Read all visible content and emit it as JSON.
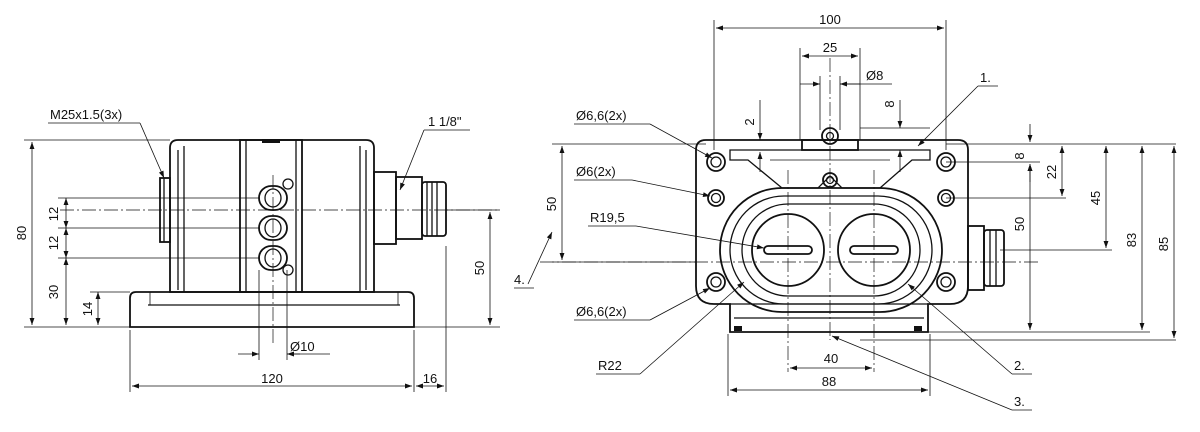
{
  "side_view": {
    "thread_label": "M25x1.5(3x)",
    "conduit_label": "1 1/8\"",
    "height_overall": "80",
    "dim_12a": "12",
    "dim_12b": "12",
    "dim_30": "30",
    "dim_14": "14",
    "dim_50": "50",
    "hole_dia": "Ø10",
    "width": "120",
    "projection": "16"
  },
  "front_view": {
    "width_top": "100",
    "center_span": "25",
    "pin_dia": "Ø8",
    "dim_2": "2",
    "dim_8_top": "8",
    "dim_50_left": "50",
    "hole_a": "Ø6,6(2x)",
    "hole_b": "Ø6(2x)",
    "hole_c": "Ø6,6(2x)",
    "radius_inner": "R19,5",
    "radius_outer": "R22",
    "bottom_40": "40",
    "bottom_88": "88",
    "right_8": "8",
    "right_22": "22",
    "right_45": "45",
    "right_50": "50",
    "right_83": "83",
    "right_85": "85",
    "callout_1": "1.",
    "callout_2": "2.",
    "callout_3": "3.",
    "callout_4": "4."
  }
}
